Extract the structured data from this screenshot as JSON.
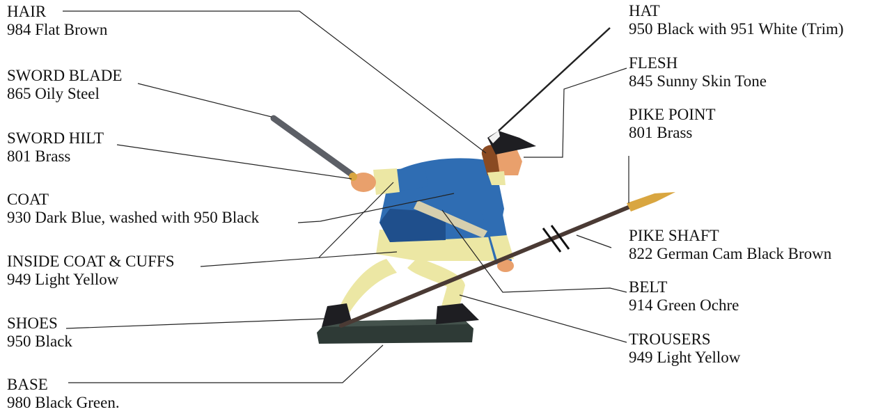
{
  "callouts": {
    "hair": {
      "name": "HAIR",
      "paint": "984 Flat Brown"
    },
    "sword_blade": {
      "name": "SWORD BLADE",
      "paint": "865 Oily Steel"
    },
    "sword_hilt": {
      "name": "SWORD HILT",
      "paint": "801 Brass"
    },
    "coat": {
      "name": "COAT",
      "paint": "930 Dark Blue, washed with 950 Black"
    },
    "inside_coat": {
      "name": "INSIDE COAT & CUFFS",
      "paint": "949 Light Yellow"
    },
    "shoes": {
      "name": "SHOES",
      "paint": "950 Black"
    },
    "base": {
      "name": "BASE",
      "paint": "980 Black Green."
    },
    "hat": {
      "name": "HAT",
      "paint": "950 Black with 951 White (Trim)"
    },
    "flesh": {
      "name": "FLESH",
      "paint": "845 Sunny Skin Tone"
    },
    "pike_point": {
      "name": "PIKE POINT",
      "paint": "801 Brass"
    },
    "pike_shaft": {
      "name": "PIKE SHAFT",
      "paint": "822 German Cam Black Brown"
    },
    "belt": {
      "name": "BELT",
      "paint": "914 Green Ochre"
    },
    "trousers": {
      "name": "TROUSERS",
      "paint": "949 Light Yellow"
    }
  },
  "colors": {
    "coat_blue": "#2f6db3",
    "coat_shadow": "#1f4f8c",
    "light_yellow": "#ece7a4",
    "skin": "#e9a06c",
    "hair_brown": "#8a4a22",
    "hat_black": "#1e1e22",
    "trim_white": "#f2f2f2",
    "steel": "#5c5f66",
    "brass": "#d9a640",
    "shaft_brown": "#4a3a34",
    "belt_ochre": "#d6cfae",
    "base_green": "#2e3a36",
    "leader_line": "#222222"
  }
}
